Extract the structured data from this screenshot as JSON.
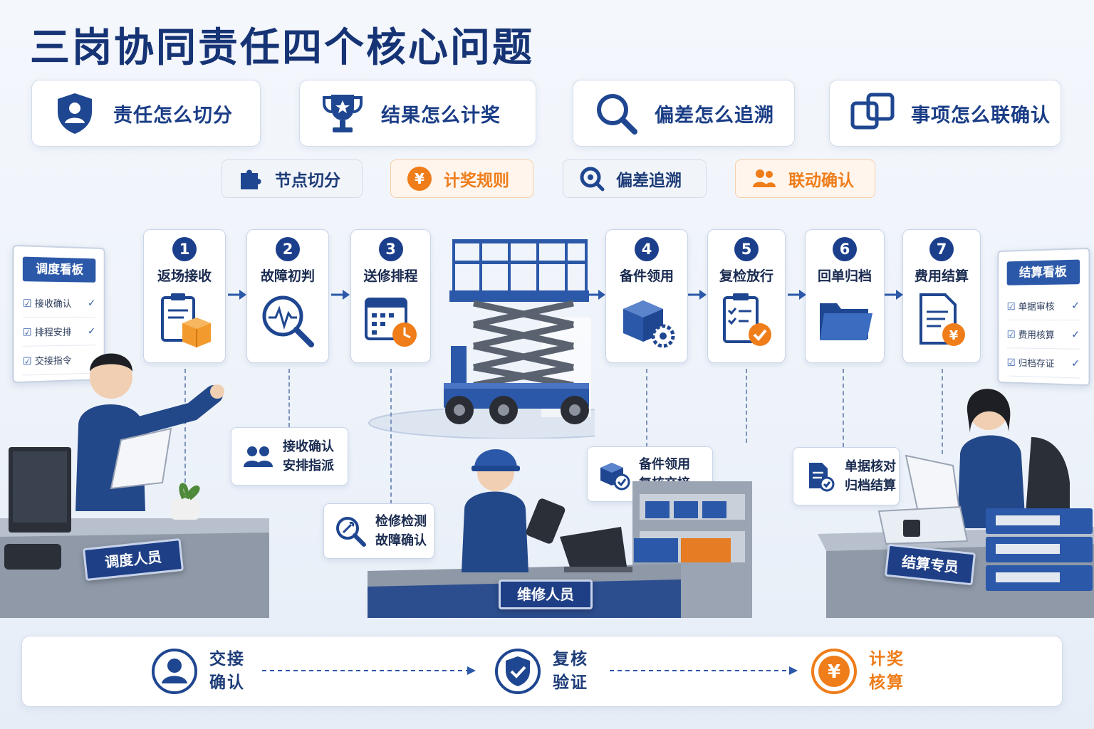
{
  "title": "三岗协同责任四个核心问题",
  "questions": [
    {
      "label": "责任怎么切分",
      "icon": "shield-person-icon"
    },
    {
      "label": "结果怎么计奖",
      "icon": "trophy-icon"
    },
    {
      "label": "偏差怎么追溯",
      "icon": "magnifier-icon"
    },
    {
      "label": "事项怎么联确认",
      "icon": "linked-squares-icon"
    }
  ],
  "tags": [
    {
      "label": "节点切分",
      "icon": "puzzle-icon"
    },
    {
      "label": "计奖规则",
      "icon": "yuan-coin-icon"
    },
    {
      "label": "偏差追溯",
      "icon": "target-search-icon"
    },
    {
      "label": "联动确认",
      "icon": "people-icon"
    }
  ],
  "steps": [
    {
      "num": "1",
      "label": "返场接收",
      "icon": "clipboard-box-icon"
    },
    {
      "num": "2",
      "label": "故障初判",
      "icon": "diagnosis-magnifier-icon"
    },
    {
      "num": "3",
      "label": "送修排程",
      "icon": "calendar-clock-icon"
    },
    {
      "num": "4",
      "label": "备件领用",
      "icon": "box-gear-icon"
    },
    {
      "num": "5",
      "label": "复检放行",
      "icon": "checklist-ok-icon"
    },
    {
      "num": "6",
      "label": "回单归档",
      "icon": "folder-icon"
    },
    {
      "num": "7",
      "label": "费用结算",
      "icon": "document-yuan-icon"
    }
  ],
  "boards": {
    "dispatch": {
      "title": "调度看板",
      "items": [
        "接收确认",
        "排程安排",
        "交接指令"
      ]
    },
    "settlement": {
      "title": "结算看板",
      "items": [
        "单据审核",
        "费用核算",
        "归档存证"
      ]
    }
  },
  "notes": {
    "dispatch": [
      "接收确认",
      "安排指派"
    ],
    "repair": [
      "检修检测",
      "故障确认"
    ],
    "parts": [
      "备件领用",
      "复核交接"
    ],
    "billing": [
      "单据核对",
      "归档结算"
    ]
  },
  "roles": {
    "dispatcher": "调度人员",
    "repairer": "维修人员",
    "settler": "结算专员"
  },
  "bottom": [
    {
      "lines": [
        "交接",
        "确认"
      ],
      "icon": "person-circle-icon"
    },
    {
      "lines": [
        "复核",
        "验证"
      ],
      "icon": "shield-check-icon"
    },
    {
      "lines": [
        "计奖",
        "核算"
      ],
      "icon": "yuan-circle-icon"
    }
  ],
  "colors": {
    "primary": "#1c3f8c",
    "accent": "#ef7d1a",
    "card_border": "#c9d5e8"
  }
}
